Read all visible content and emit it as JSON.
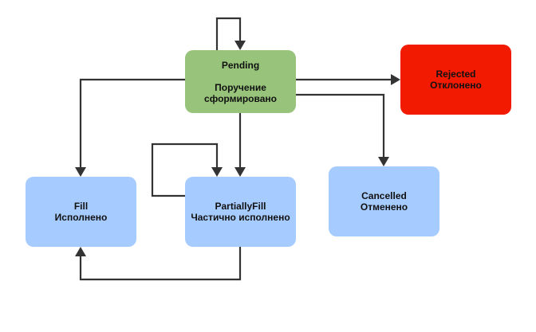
{
  "colors": {
    "pending": "#97c47a",
    "rejected": "#f21a00",
    "fill": "#a6cbff",
    "partial": "#a6cbff",
    "cancelled": "#a6cbff",
    "edge": "#333333"
  },
  "nodes": {
    "pending": {
      "title": "Pending",
      "subtitle_line1": "Поручение",
      "subtitle_line2": "сформировано"
    },
    "rejected": {
      "title": "Rejected",
      "subtitle": "Отклонено"
    },
    "fill": {
      "title": "Fill",
      "subtitle": "Исполнено"
    },
    "partial": {
      "title": "PartiallyFill",
      "subtitle": "Частично исполнено"
    },
    "cancelled": {
      "title": "Cancelled",
      "subtitle": "Отменено"
    }
  },
  "edges": [
    {
      "from": "pending",
      "to": "pending",
      "label": ""
    },
    {
      "from": "pending",
      "to": "rejected",
      "label": ""
    },
    {
      "from": "pending",
      "to": "fill",
      "label": ""
    },
    {
      "from": "pending",
      "to": "partial",
      "label": ""
    },
    {
      "from": "pending",
      "to": "cancelled",
      "label": ""
    },
    {
      "from": "partial",
      "to": "partial",
      "label": ""
    },
    {
      "from": "partial",
      "to": "fill",
      "label": ""
    }
  ]
}
